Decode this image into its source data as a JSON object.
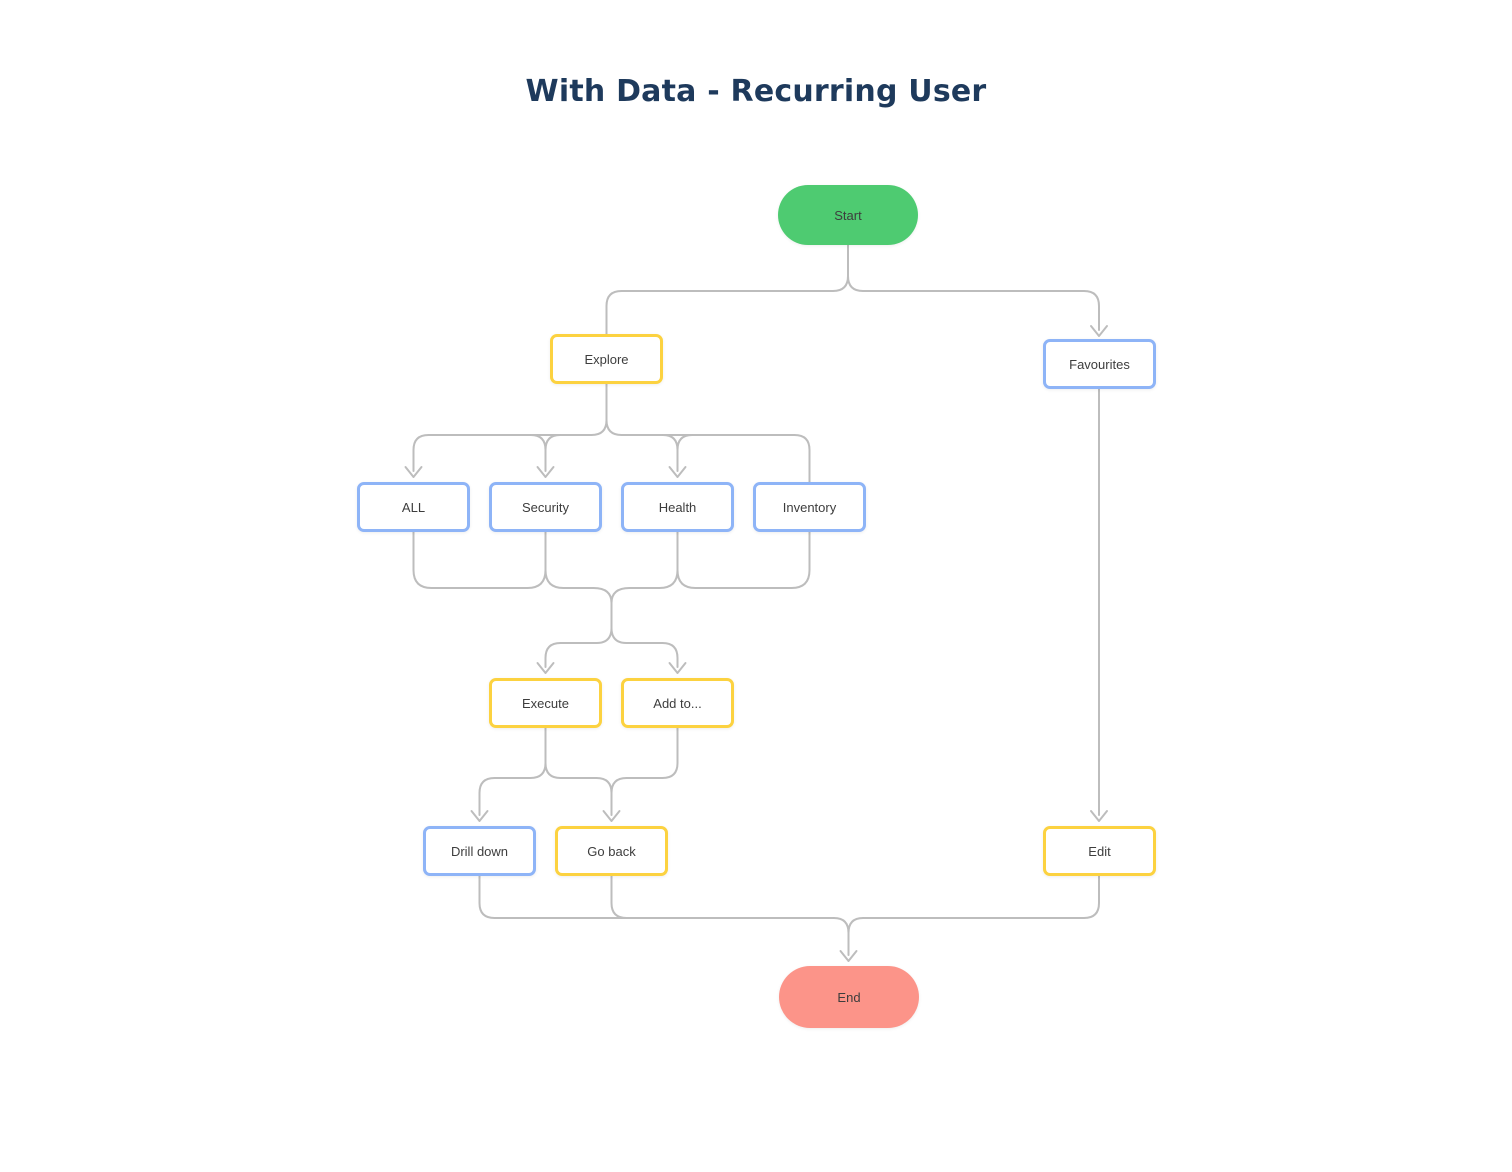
{
  "title": "With Data - Recurring User",
  "colors": {
    "title_text": "#1E3A5C",
    "connector": "#BDBDBD",
    "node_border_yellow": "#FCD240",
    "node_border_blue": "#8EB4F7",
    "start_fill": "#4ECB71",
    "end_fill": "#FC9489",
    "node_text": "#3D3D3D",
    "canvas_bg": "#FFFFFF"
  },
  "nodes": {
    "start": {
      "label": "Start",
      "shape": "pill",
      "color": "green"
    },
    "explore": {
      "label": "Explore",
      "shape": "box",
      "color": "yellow"
    },
    "favourites": {
      "label": "Favourites",
      "shape": "box",
      "color": "blue"
    },
    "all": {
      "label": "ALL",
      "shape": "box",
      "color": "blue"
    },
    "security": {
      "label": "Security",
      "shape": "box",
      "color": "blue"
    },
    "health": {
      "label": "Health",
      "shape": "box",
      "color": "blue"
    },
    "inventory": {
      "label": "Inventory",
      "shape": "box",
      "color": "blue"
    },
    "execute": {
      "label": "Execute",
      "shape": "box",
      "color": "yellow"
    },
    "add_to": {
      "label": "Add to...",
      "shape": "box",
      "color": "yellow"
    },
    "drill_down": {
      "label": "Drill down",
      "shape": "box",
      "color": "blue"
    },
    "go_back": {
      "label": "Go back",
      "shape": "box",
      "color": "yellow"
    },
    "edit": {
      "label": "Edit",
      "shape": "box",
      "color": "yellow"
    },
    "end": {
      "label": "End",
      "shape": "pill",
      "color": "red"
    }
  },
  "edges": [
    {
      "from": "start",
      "to": "explore"
    },
    {
      "from": "start",
      "to": "favourites"
    },
    {
      "from": "explore",
      "to": "all"
    },
    {
      "from": "explore",
      "to": "security"
    },
    {
      "from": "explore",
      "to": "health"
    },
    {
      "from": "explore",
      "to": "inventory"
    },
    {
      "from": "all",
      "to": "execute"
    },
    {
      "from": "security",
      "to": "execute"
    },
    {
      "from": "health",
      "to": "execute"
    },
    {
      "from": "inventory",
      "to": "execute"
    },
    {
      "from": "all",
      "to": "add_to"
    },
    {
      "from": "security",
      "to": "add_to"
    },
    {
      "from": "health",
      "to": "add_to"
    },
    {
      "from": "inventory",
      "to": "add_to"
    },
    {
      "from": "execute",
      "to": "drill_down"
    },
    {
      "from": "execute",
      "to": "go_back"
    },
    {
      "from": "add_to",
      "to": "go_back"
    },
    {
      "from": "favourites",
      "to": "edit"
    },
    {
      "from": "drill_down",
      "to": "end"
    },
    {
      "from": "go_back",
      "to": "end"
    },
    {
      "from": "edit",
      "to": "end"
    }
  ]
}
